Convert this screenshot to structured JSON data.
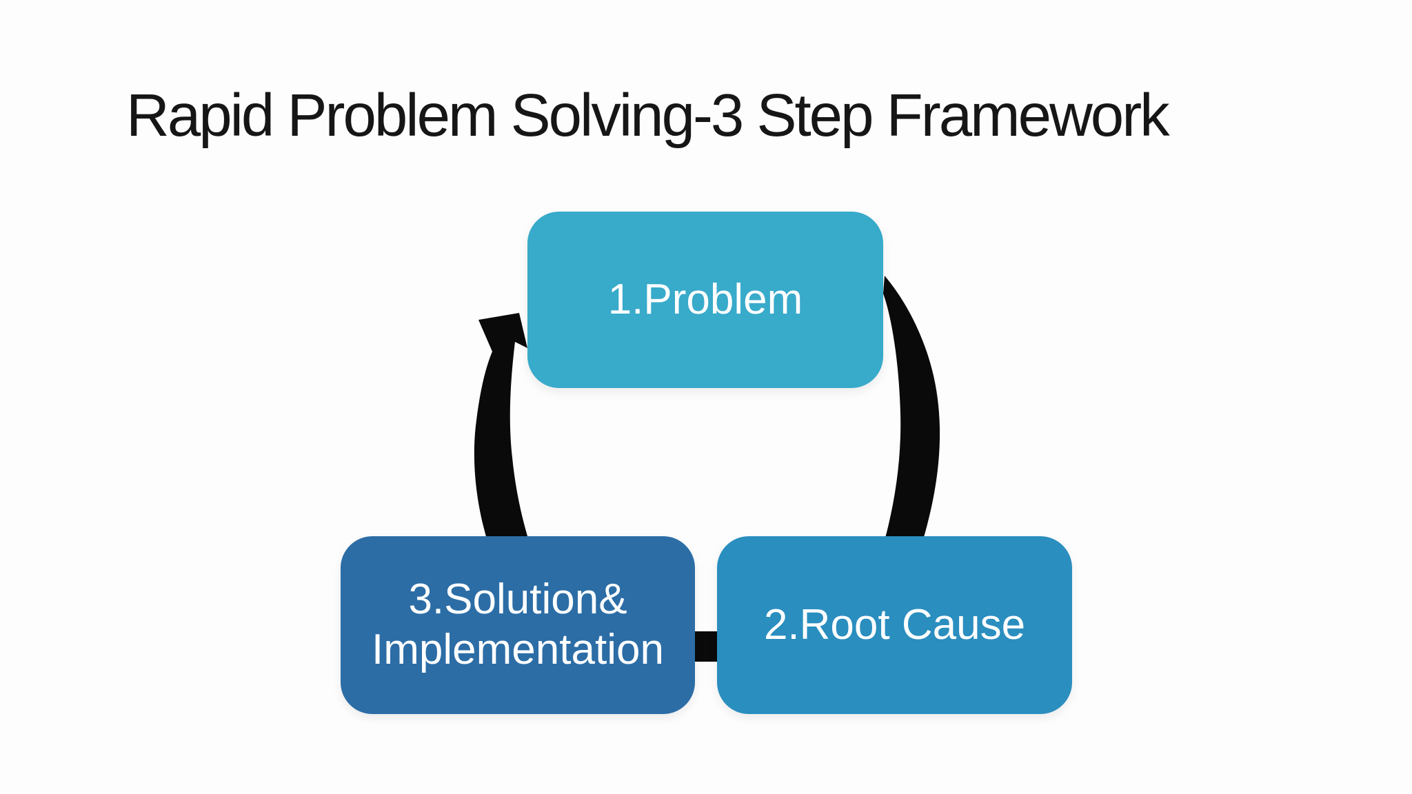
{
  "slide": {
    "title": "Rapid Problem Solving-3 Step Framework",
    "title_color": "#161616",
    "background_color": "#fdfdfd",
    "diagram": {
      "type": "cycle",
      "direction": "counter-clockwise arrows through steps 1 -> 2 -> 3 -> 1",
      "arrow_color": "#0a0a0a",
      "node_text_color": "#ffffff",
      "steps": [
        {
          "order": "1",
          "label": "1.Problem",
          "fill": "#38aaca"
        },
        {
          "order": "2",
          "label": "2.Root Cause",
          "fill": "#2a8ebf"
        },
        {
          "order": "3",
          "label": "3.Solution& Implementation",
          "label_line1": "3.Solution&",
          "label_line2": "Implementation",
          "fill": "#2c6da6"
        }
      ]
    }
  }
}
